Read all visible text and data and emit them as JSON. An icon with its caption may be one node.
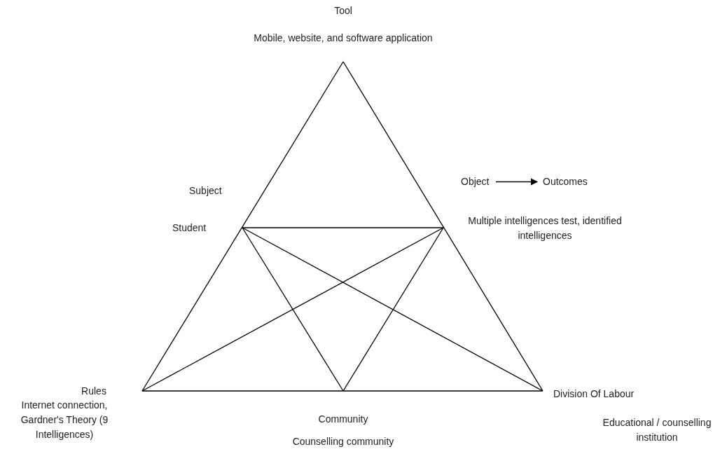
{
  "diagram": {
    "nodes": [
      {
        "text": [
          "Object"
        ]
      },
      {
        "text": [
          "Outcomes"
        ]
      }
    ],
    "edges": [
      {
        "from": 0,
        "to": 1,
        "arrow": "to"
      }
    ],
    "labels": [
      "Tool",
      "Mobile, website, and software application",
      "Subject",
      "Student",
      "Multiple intelligences test, identified intelligences",
      "Rules",
      "Internet connection, Gardner's Theory (9 Intelligences)",
      "Division Of Labour",
      "Educational / counselling institution",
      "Community",
      "Counselling community"
    ]
  }
}
